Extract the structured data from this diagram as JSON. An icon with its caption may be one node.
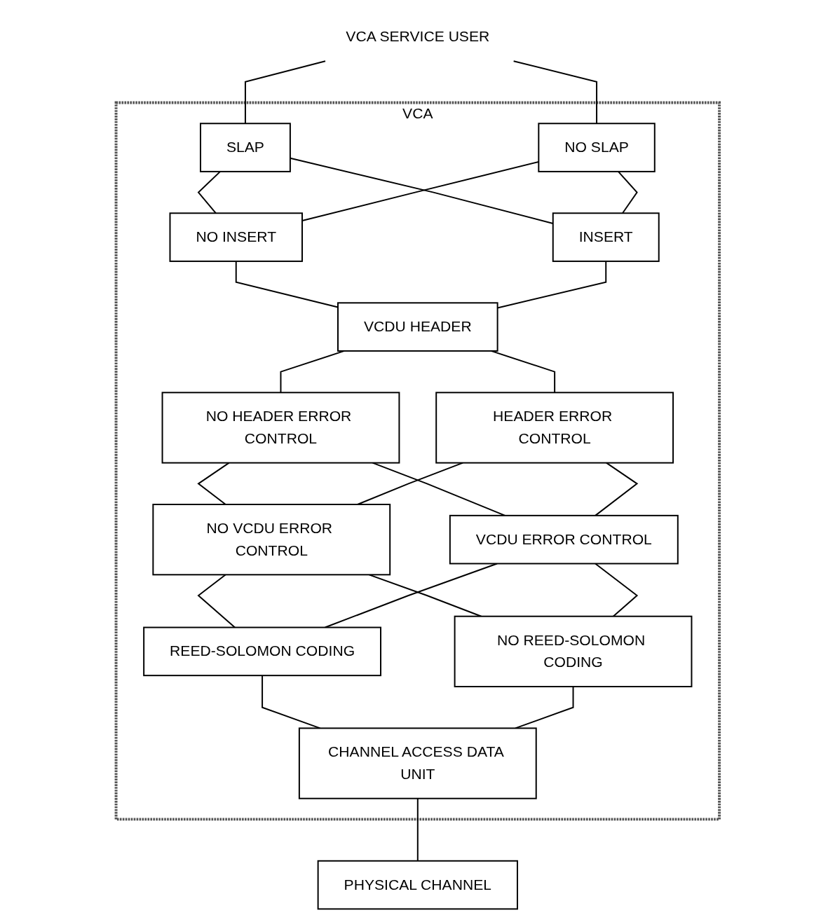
{
  "diagram": {
    "nodes": [
      {
        "text": [
          "VCA SERVICE USER"
        ]
      },
      {
        "text": [
          "VCA"
        ]
      },
      {
        "text": [
          "SLAP"
        ],
        "in": 1
      },
      {
        "text": [
          "NO SLAP"
        ],
        "in": 1
      },
      {
        "text": [
          "NO INSERT"
        ],
        "in": 1
      },
      {
        "text": [
          "INSERT"
        ],
        "in": 1
      },
      {
        "text": [
          "VCDU HEADER"
        ],
        "in": 1
      },
      {
        "text": [
          "NO HEADER ERROR CONTROL"
        ],
        "in": 1
      },
      {
        "text": [
          "HEADER ERROR CONTROL"
        ],
        "in": 1
      },
      {
        "text": [
          "NO VCDU ERROR CONTROL"
        ],
        "in": 1
      },
      {
        "text": [
          "VCDU ERROR CONTROL"
        ],
        "in": 1
      },
      {
        "text": [
          "REED-SOLOMON CODING"
        ],
        "in": 1
      },
      {
        "text": [
          "NO REED-SOLOMON CODING"
        ],
        "in": 1
      },
      {
        "text": [
          "CHANNEL ACCESS DATA UNIT"
        ],
        "in": 1
      },
      {
        "text": [
          "PHYSICAL CHANNEL"
        ]
      }
    ],
    "edges": [
      {
        "from": 0,
        "to": 2,
        "arrow": "none"
      },
      {
        "from": 0,
        "to": 3,
        "arrow": "none"
      },
      {
        "from": 2,
        "to": 4,
        "arrow": "none"
      },
      {
        "from": 2,
        "to": 5,
        "arrow": "none"
      },
      {
        "from": 3,
        "to": 4,
        "arrow": "none"
      },
      {
        "from": 3,
        "to": 5,
        "arrow": "none"
      },
      {
        "from": 4,
        "to": 6,
        "arrow": "none"
      },
      {
        "from": 5,
        "to": 6,
        "arrow": "none"
      },
      {
        "from": 6,
        "to": 7,
        "arrow": "none"
      },
      {
        "from": 6,
        "to": 8,
        "arrow": "none"
      },
      {
        "from": 7,
        "to": 9,
        "arrow": "none"
      },
      {
        "from": 7,
        "to": 10,
        "arrow": "none"
      },
      {
        "from": 8,
        "to": 9,
        "arrow": "none"
      },
      {
        "from": 8,
        "to": 10,
        "arrow": "none"
      },
      {
        "from": 9,
        "to": 11,
        "arrow": "none"
      },
      {
        "from": 9,
        "to": 12,
        "arrow": "none"
      },
      {
        "from": 10,
        "to": 11,
        "arrow": "none"
      },
      {
        "from": 10,
        "to": 12,
        "arrow": "none"
      },
      {
        "from": 11,
        "to": 13,
        "arrow": "none"
      },
      {
        "from": 12,
        "to": 13,
        "arrow": "none"
      },
      {
        "from": 13,
        "to": 14,
        "arrow": "none"
      }
    ]
  }
}
